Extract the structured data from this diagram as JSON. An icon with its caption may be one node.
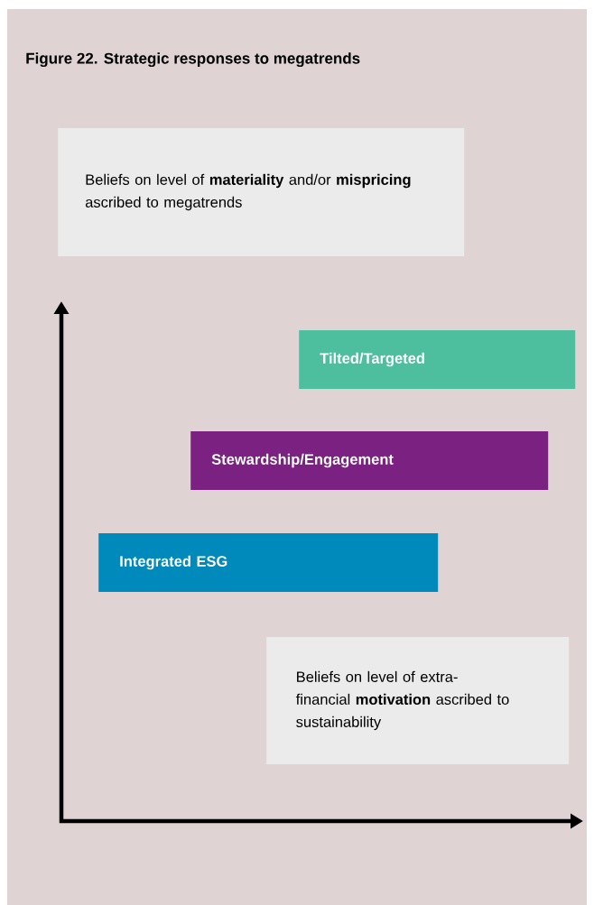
{
  "diagram": {
    "title": "Figure 22. Strategic responses to megatrends",
    "nodes": [
      {
        "text": [
          "Beliefs on level of **materiality** and/or **mispricing** ascribed to megatrends"
        ]
      },
      {
        "text": [
          "Tilted/Targeted"
        ]
      },
      {
        "text": [
          "Stewardship/Engagement"
        ]
      },
      {
        "text": [
          "Integrated ESG"
        ]
      },
      {
        "text": [
          "Beliefs on level of extra-financial **motivation** ascribed to sustainability"
        ]
      }
    ],
    "edges": []
  }
}
